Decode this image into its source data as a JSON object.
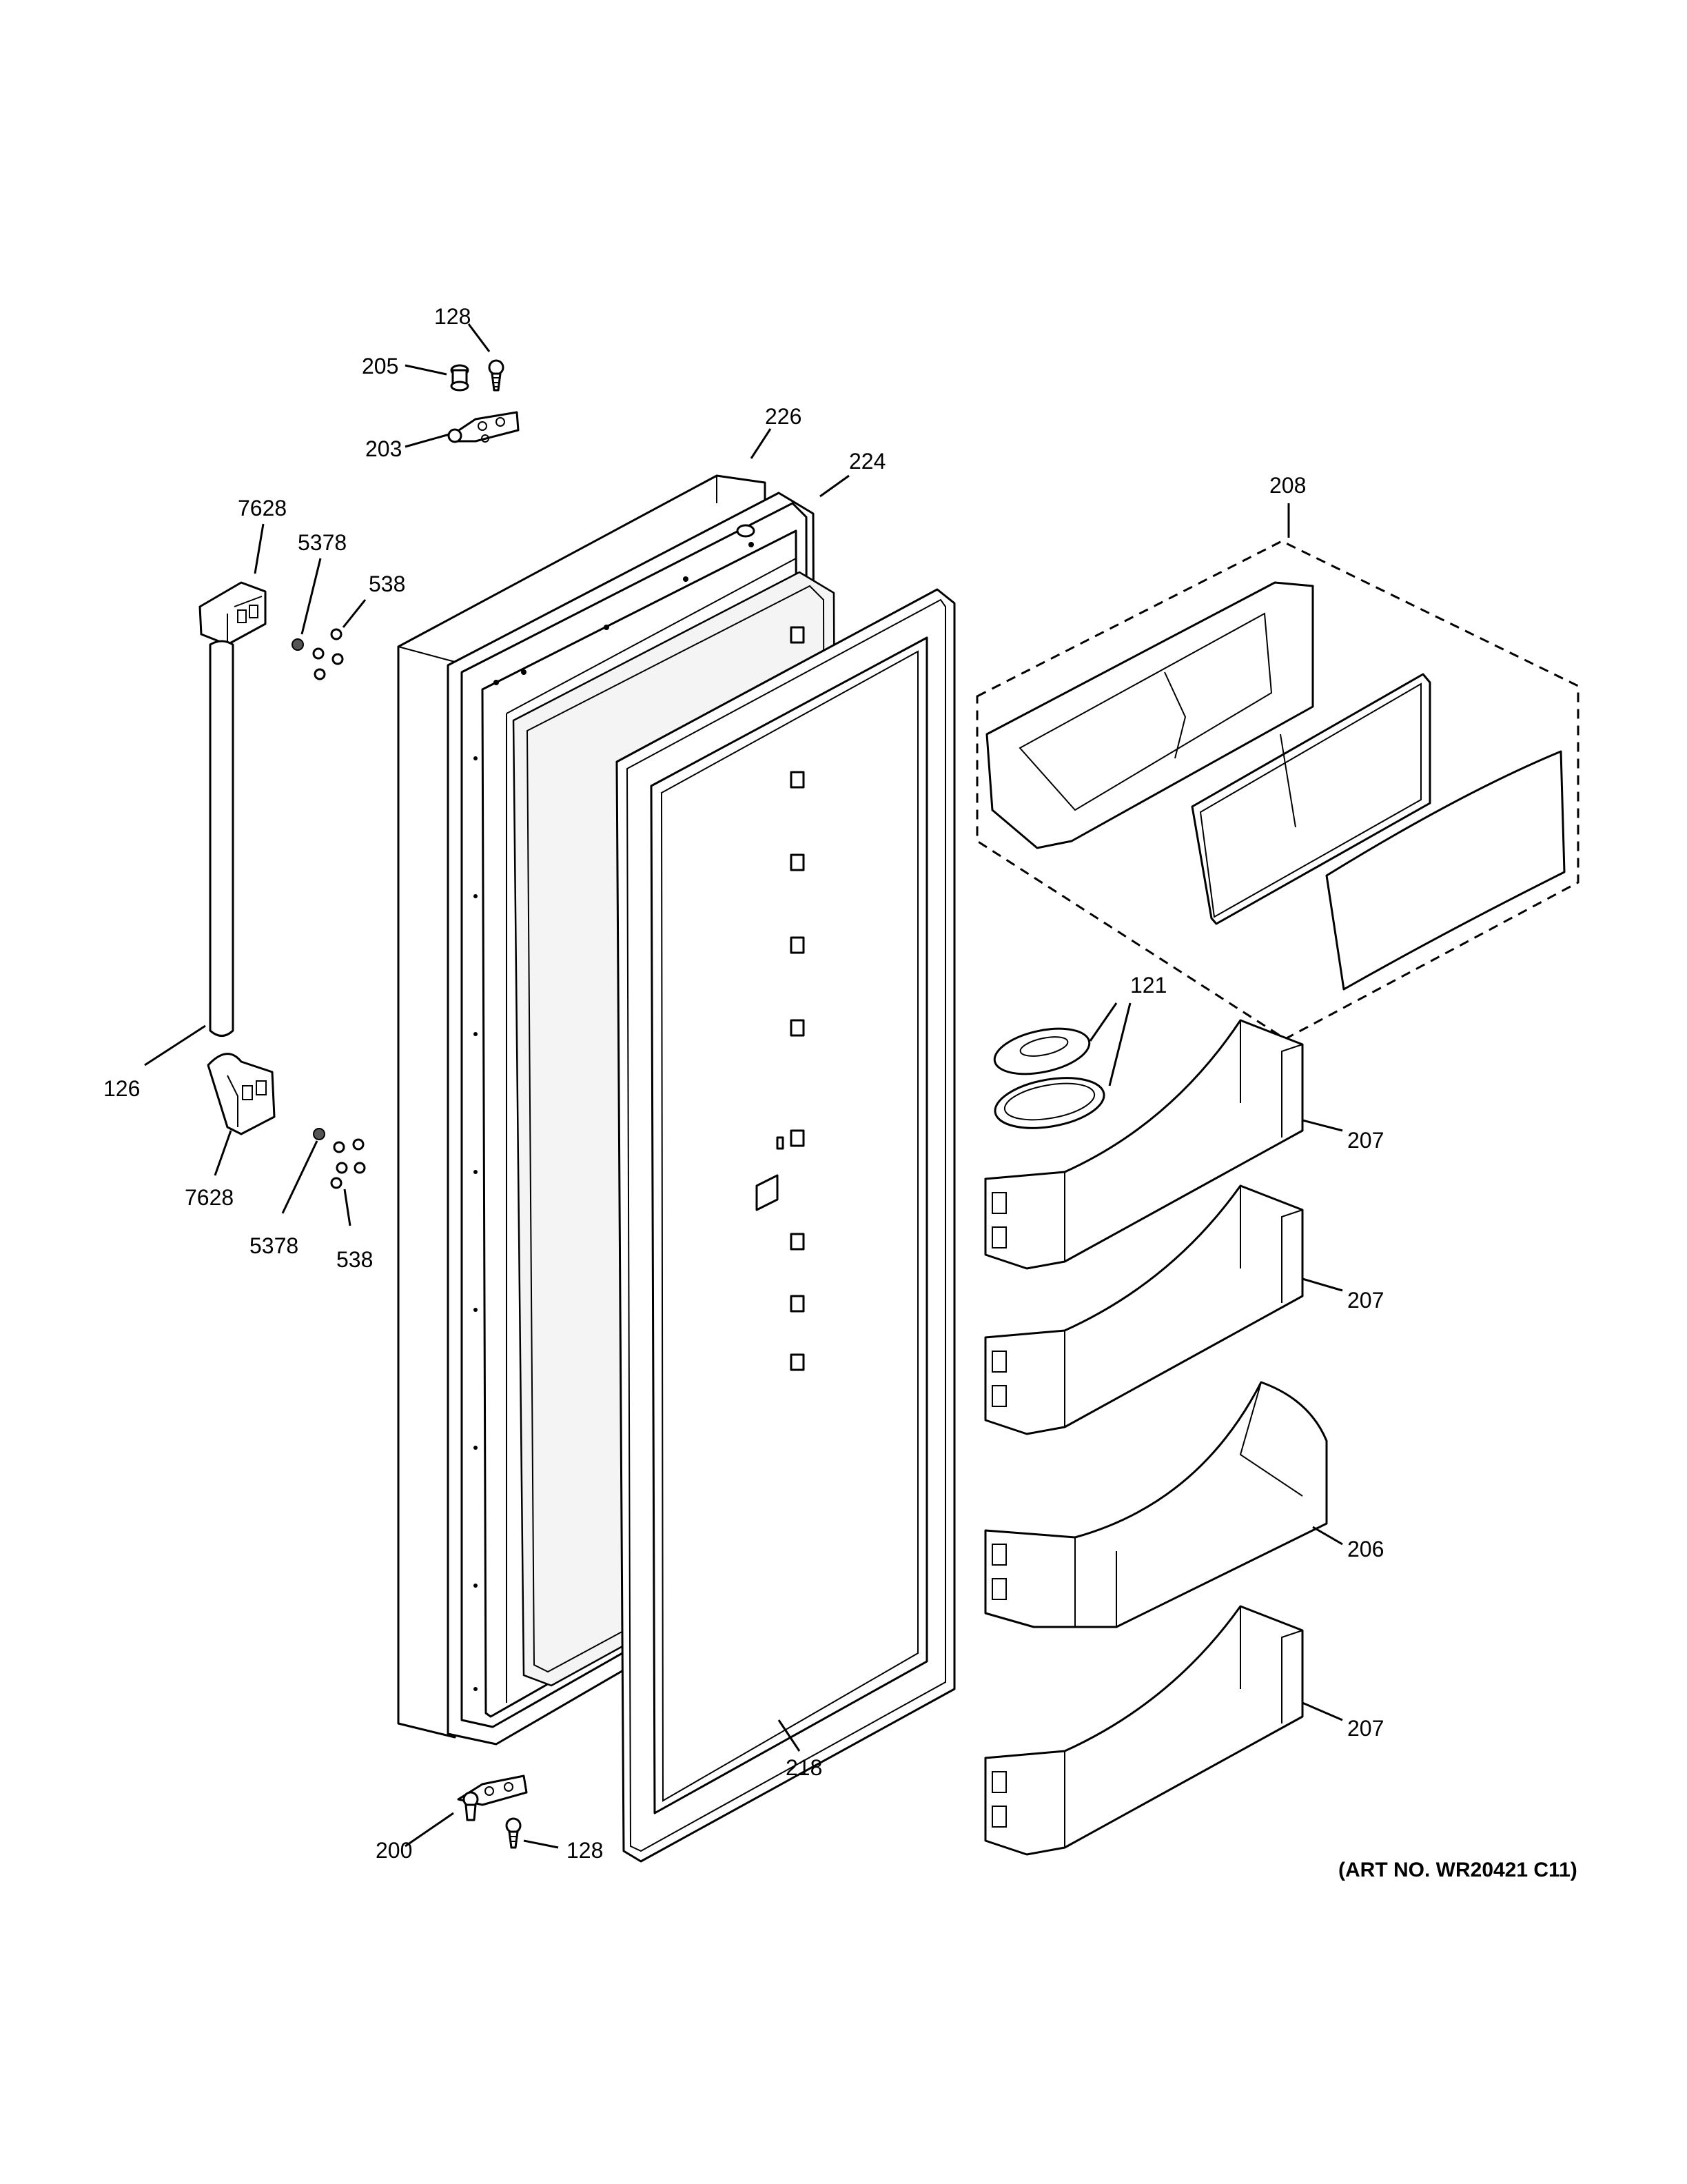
{
  "callouts": {
    "c128_top": "128",
    "c205": "205",
    "c203": "203",
    "c226": "226",
    "c224": "224",
    "c208": "208",
    "c7628_top": "7628",
    "c5378_top": "5378",
    "c538_top": "538",
    "c126": "126",
    "c7628_bottom": "7628",
    "c5378_bottom": "5378",
    "c538_bottom": "538",
    "c121": "121",
    "c207_1": "207",
    "c207_2": "207",
    "c206": "206",
    "c207_3": "207",
    "c218": "218",
    "c200": "200",
    "c128_bottom": "128"
  },
  "art_number": "(ART NO. WR20421 C11)"
}
